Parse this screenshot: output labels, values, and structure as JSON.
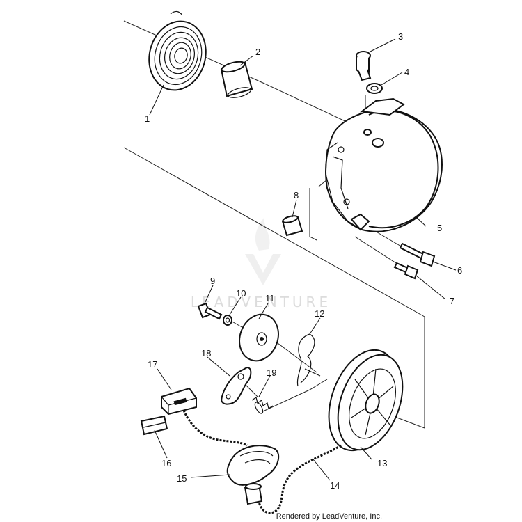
{
  "callouts": [
    "1",
    "2",
    "3",
    "4",
    "5",
    "6",
    "7",
    "8",
    "9",
    "10",
    "11",
    "12",
    "13",
    "14",
    "15",
    "16",
    "17",
    "18",
    "19"
  ],
  "watermark": "LEADVENTURE",
  "credit": "Rendered by LeadVenture, Inc.",
  "colors": {
    "line": "#111111",
    "watermark": "#dcdcdc",
    "background": "#ffffff"
  }
}
